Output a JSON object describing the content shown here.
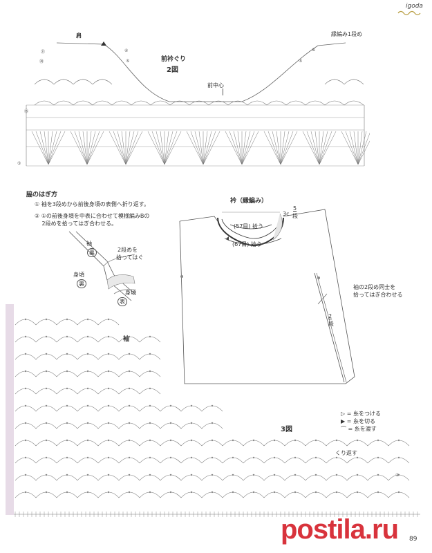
{
  "header": {
    "brand": "igoda"
  },
  "figure2": {
    "shoulder_label": "肩",
    "title": "前衿ぐり",
    "number_label": "2図",
    "center_label": "前中心",
    "edging_label": "縁編み1段め",
    "row_marks_left": [
      "㉑",
      "⑳",
      "⑮",
      "⑤"
    ],
    "row_marks_right": [
      "④",
      "⑤",
      "⑥",
      "⑤"
    ]
  },
  "side_seam": {
    "title": "脇のはぎ方",
    "notes": [
      "① 袖を3段めから前後身頃の表側へ折り返す。",
      "② ①の前後身頃を中表に合わせて模様編みBの",
      "　 2段めを拾ってはぎ合わせる。"
    ],
    "sleeve": "袖",
    "back_badge": "裏",
    "pickup": "2段めを",
    "pickup2": "拾ってはぐ",
    "body": "身頃",
    "body_back": "裏",
    "body_label": "身頃",
    "front_badge": "表"
  },
  "collar": {
    "title": "衿（縁編み）",
    "inner_count": "(57目) 拾う",
    "outer_count": "(67目) 拾う",
    "rows_prefix": "3c",
    "rows_value": "5",
    "rows_unit": "段",
    "sleeve_join_1": "袖の2段め同士を",
    "sleeve_join_2": "拾ってはぎ合わせる",
    "side_rows_value": "2",
    "side_rows_unit": "段"
  },
  "figure3": {
    "sleeve_label": "袖",
    "number_label": "3図",
    "repeat_label": "くり返す",
    "row_mark": "⑤"
  },
  "legend": {
    "items": [
      {
        "symbol": "▷",
        "text": "= 糸をつける"
      },
      {
        "symbol": "▶",
        "text": "= 糸を切る"
      },
      {
        "symbol": "⌒",
        "text": "= 糸を渡す"
      }
    ]
  },
  "footer": {
    "page_number": "89",
    "watermark": "postila.ru"
  }
}
